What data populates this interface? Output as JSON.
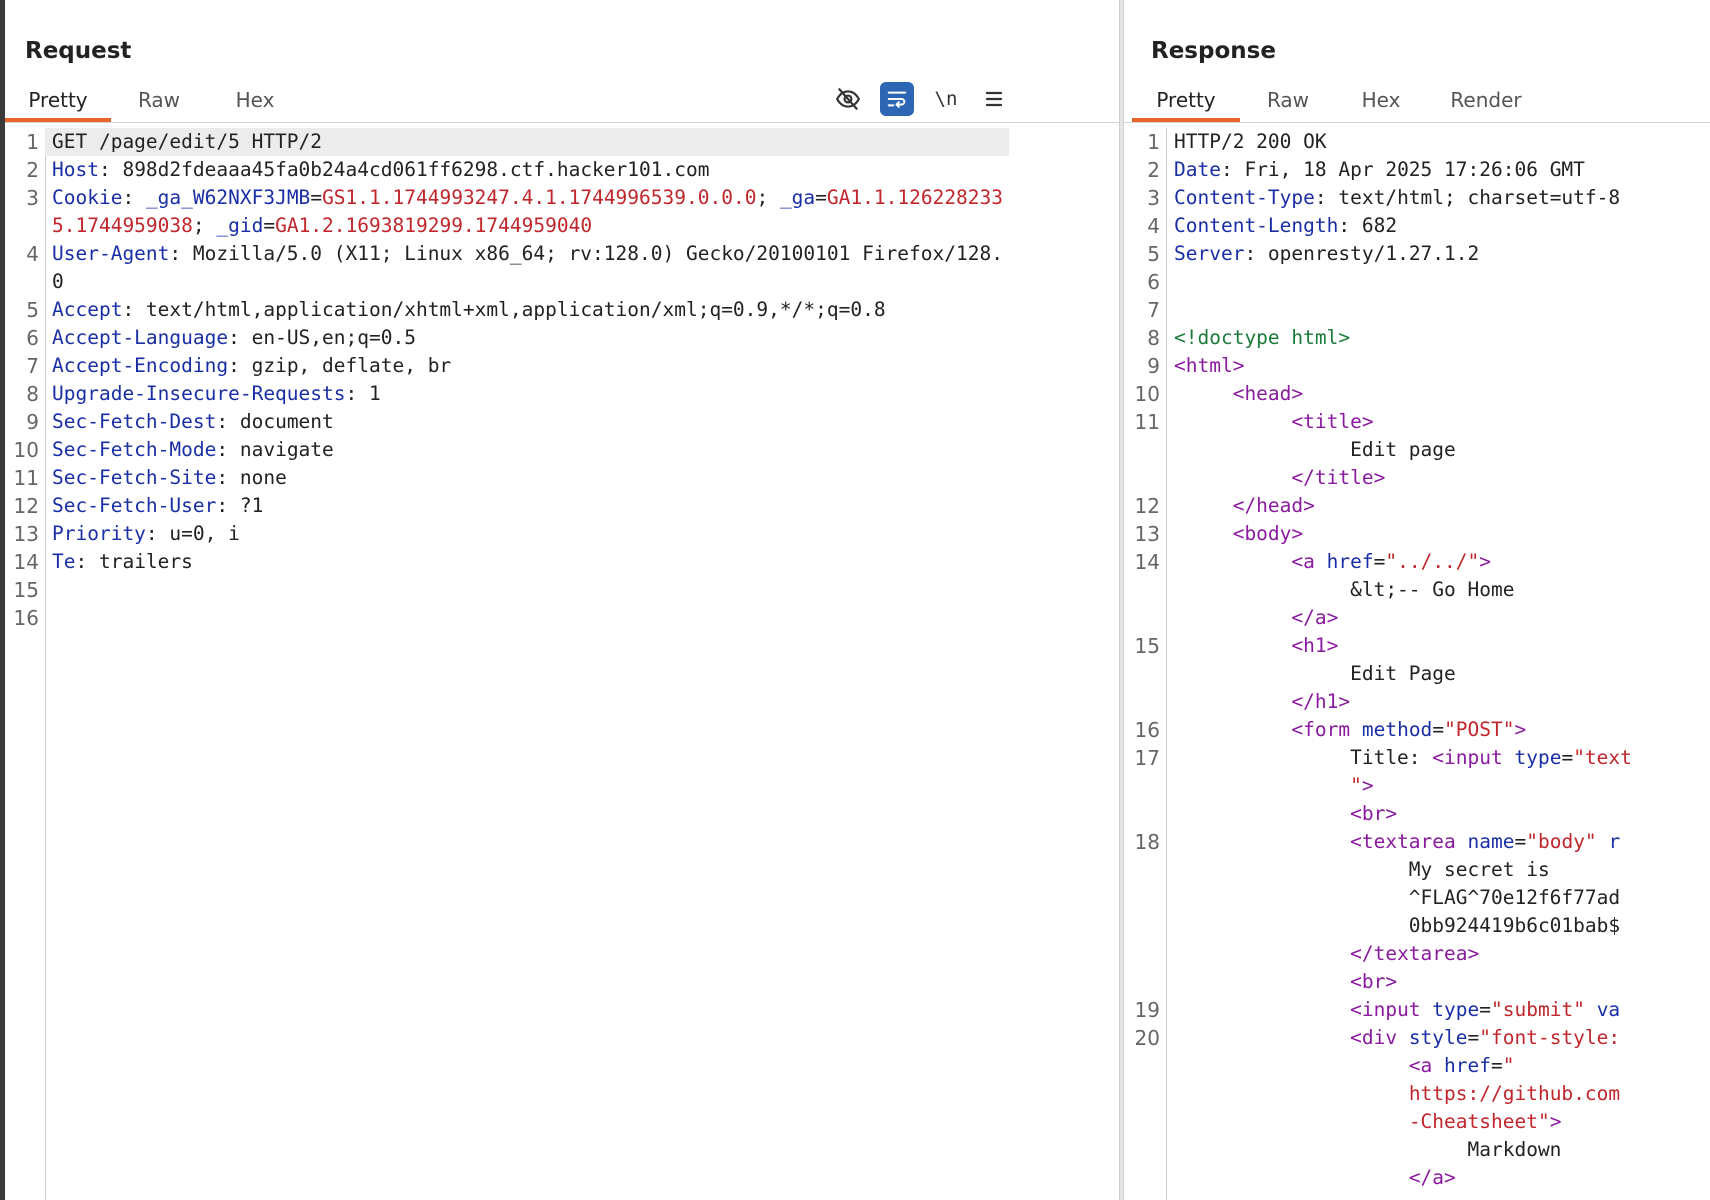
{
  "request": {
    "title": "Request",
    "tabs": [
      "Pretty",
      "Raw",
      "Hex"
    ],
    "active_tab": "Pretty",
    "toolbar": {
      "hide_icon": "eye-slash-icon",
      "wrap_icon": "word-wrap-icon",
      "newline_label": "\\n",
      "menu_icon": "hamburger-menu-icon"
    },
    "lines": [
      {
        "n": "1",
        "text": "GET /page/edit/5 HTTP/2"
      },
      {
        "n": "2",
        "name": "Host",
        "value": "898d2fdeaaa45fa0b24a4cd061ff6298.ctf.hacker101.com"
      },
      {
        "n": "3",
        "name": "Cookie",
        "cookies": [
          {
            "k": "_ga_W62NXF3JMB",
            "v": "GS1.1.1744993247.4.1.1744996539.0.0.0"
          },
          {
            "k": "_ga",
            "v": "GA1.1.1262282335.1744959038"
          },
          {
            "k": "_gid",
            "v": "GA1.2.1693819299.1744959040"
          }
        ]
      },
      {
        "n": "4",
        "name": "User-Agent",
        "value": "Mozilla/5.0 (X11; Linux x86_64; rv:128.0) Gecko/20100101 Firefox/128.0"
      },
      {
        "n": "5",
        "name": "Accept",
        "value": "text/html,application/xhtml+xml,application/xml;q=0.9,*/*;q=0.8"
      },
      {
        "n": "6",
        "name": "Accept-Language",
        "value": "en-US,en;q=0.5"
      },
      {
        "n": "7",
        "name": "Accept-Encoding",
        "value": "gzip, deflate, br"
      },
      {
        "n": "8",
        "name": "Upgrade-Insecure-Requests",
        "value": "1"
      },
      {
        "n": "9",
        "name": "Sec-Fetch-Dest",
        "value": "document"
      },
      {
        "n": "10",
        "name": "Sec-Fetch-Mode",
        "value": "navigate"
      },
      {
        "n": "11",
        "name": "Sec-Fetch-Site",
        "value": "none"
      },
      {
        "n": "12",
        "name": "Sec-Fetch-User",
        "value": "?1"
      },
      {
        "n": "13",
        "name": "Priority",
        "value": "u=0, i"
      },
      {
        "n": "14",
        "name": "Te",
        "value": "trailers"
      },
      {
        "n": "15",
        "text": ""
      },
      {
        "n": "16",
        "text": ""
      }
    ]
  },
  "response": {
    "title": "Response",
    "tabs": [
      "Pretty",
      "Raw",
      "Hex",
      "Render"
    ],
    "active_tab": "Pretty",
    "lines": [
      {
        "n": "1",
        "segs": [
          [
            "p",
            "HTTP/2 200 OK"
          ]
        ]
      },
      {
        "n": "2",
        "segs": [
          [
            "h",
            "Date"
          ],
          [
            "p",
            ": Fri, 18 Apr 2025 17:26:06 GMT"
          ]
        ]
      },
      {
        "n": "3",
        "segs": [
          [
            "h",
            "Content-Type"
          ],
          [
            "p",
            ": text/html; charset=utf-8"
          ]
        ]
      },
      {
        "n": "4",
        "segs": [
          [
            "h",
            "Content-Length"
          ],
          [
            "p",
            ": 682"
          ]
        ]
      },
      {
        "n": "5",
        "segs": [
          [
            "h",
            "Server"
          ],
          [
            "p",
            ": openresty/1.27.1.2"
          ]
        ]
      },
      {
        "n": "6",
        "segs": []
      },
      {
        "n": "7",
        "segs": []
      },
      {
        "n": "8",
        "segs": [
          [
            "d",
            "<!doctype html>"
          ]
        ]
      },
      {
        "n": "9",
        "segs": [
          [
            "t",
            "<"
          ],
          [
            "t",
            "html"
          ],
          [
            "t",
            ">"
          ]
        ]
      },
      {
        "n": "10",
        "segs": [
          [
            "p",
            "     "
          ],
          [
            "t",
            "<head>"
          ]
        ]
      },
      {
        "n": "11",
        "segs": [
          [
            "p",
            "          "
          ],
          [
            "t",
            "<title>"
          ]
        ]
      },
      {
        "n": "",
        "segs": [
          [
            "p",
            "               Edit page"
          ]
        ]
      },
      {
        "n": "",
        "segs": [
          [
            "p",
            "          "
          ],
          [
            "t",
            "</title>"
          ]
        ]
      },
      {
        "n": "12",
        "segs": [
          [
            "p",
            "     "
          ],
          [
            "t",
            "</head>"
          ]
        ]
      },
      {
        "n": "13",
        "segs": [
          [
            "p",
            "     "
          ],
          [
            "t",
            "<body>"
          ]
        ]
      },
      {
        "n": "14",
        "segs": [
          [
            "p",
            "          "
          ],
          [
            "t",
            "<a "
          ],
          [
            "a",
            "href"
          ],
          [
            "p",
            "="
          ],
          [
            "v",
            "\"../../\""
          ],
          [
            "t",
            ">"
          ]
        ]
      },
      {
        "n": "",
        "segs": [
          [
            "p",
            "               &lt;-- Go Home"
          ]
        ]
      },
      {
        "n": "",
        "segs": [
          [
            "p",
            "          "
          ],
          [
            "t",
            "</a>"
          ]
        ]
      },
      {
        "n": "15",
        "segs": [
          [
            "p",
            "          "
          ],
          [
            "t",
            "<h1>"
          ]
        ]
      },
      {
        "n": "",
        "segs": [
          [
            "p",
            "               Edit Page"
          ]
        ]
      },
      {
        "n": "",
        "segs": [
          [
            "p",
            "          "
          ],
          [
            "t",
            "</h1>"
          ]
        ]
      },
      {
        "n": "16",
        "segs": [
          [
            "p",
            "          "
          ],
          [
            "t",
            "<form "
          ],
          [
            "a",
            "method"
          ],
          [
            "p",
            "="
          ],
          [
            "v",
            "\"POST\""
          ],
          [
            "t",
            ">"
          ]
        ]
      },
      {
        "n": "17",
        "segs": [
          [
            "p",
            "               Title: "
          ],
          [
            "t",
            "<input "
          ],
          [
            "a",
            "type"
          ],
          [
            "p",
            "="
          ],
          [
            "v",
            "\"text"
          ]
        ]
      },
      {
        "n": "",
        "segs": [
          [
            "p",
            "               "
          ],
          [
            "v",
            "\""
          ],
          [
            "t",
            ">"
          ]
        ]
      },
      {
        "n": "",
        "segs": [
          [
            "p",
            "               "
          ],
          [
            "t",
            "<br>"
          ]
        ]
      },
      {
        "n": "18",
        "segs": [
          [
            "p",
            "               "
          ],
          [
            "t",
            "<textarea "
          ],
          [
            "a",
            "name"
          ],
          [
            "p",
            "="
          ],
          [
            "v",
            "\"body\""
          ],
          [
            "p",
            " "
          ],
          [
            "a",
            "r"
          ]
        ]
      },
      {
        "n": "",
        "segs": [
          [
            "p",
            "                    My secret is"
          ]
        ]
      },
      {
        "n": "",
        "segs": [
          [
            "p",
            "                    ^FLAG^70e12f6f77ad"
          ]
        ]
      },
      {
        "n": "",
        "segs": [
          [
            "p",
            "                    0bb924419b6c01bab$"
          ]
        ]
      },
      {
        "n": "",
        "segs": [
          [
            "p",
            "               "
          ],
          [
            "t",
            "</textarea>"
          ]
        ]
      },
      {
        "n": "",
        "segs": [
          [
            "p",
            "               "
          ],
          [
            "t",
            "<br>"
          ]
        ]
      },
      {
        "n": "19",
        "segs": [
          [
            "p",
            "               "
          ],
          [
            "t",
            "<input "
          ],
          [
            "a",
            "type"
          ],
          [
            "p",
            "="
          ],
          [
            "v",
            "\"submit\""
          ],
          [
            "p",
            " "
          ],
          [
            "a",
            "va"
          ]
        ]
      },
      {
        "n": "20",
        "segs": [
          [
            "p",
            "               "
          ],
          [
            "t",
            "<div "
          ],
          [
            "a",
            "style"
          ],
          [
            "p",
            "="
          ],
          [
            "v",
            "\"font-style:"
          ]
        ]
      },
      {
        "n": "",
        "segs": [
          [
            "p",
            "                    "
          ],
          [
            "t",
            "<a "
          ],
          [
            "a",
            "href"
          ],
          [
            "p",
            "="
          ],
          [
            "v",
            "\""
          ]
        ]
      },
      {
        "n": "",
        "segs": [
          [
            "p",
            "                    "
          ],
          [
            "v",
            "https://github.com"
          ]
        ]
      },
      {
        "n": "",
        "segs": [
          [
            "p",
            "                    "
          ],
          [
            "v",
            "-Cheatsheet\""
          ],
          [
            "t",
            ">"
          ]
        ]
      },
      {
        "n": "",
        "segs": [
          [
            "p",
            "                         Markdown"
          ]
        ]
      },
      {
        "n": "",
        "segs": [
          [
            "p",
            "                    "
          ],
          [
            "t",
            "</a>"
          ]
        ]
      }
    ]
  },
  "colors": {
    "header_name": "#1a2ea6",
    "value_red": "#c0262c",
    "tag": "#8a1a9e",
    "doctype": "#1a7a3a",
    "active_tab": "#e8642c",
    "wrap_button": "#2c66b4"
  }
}
